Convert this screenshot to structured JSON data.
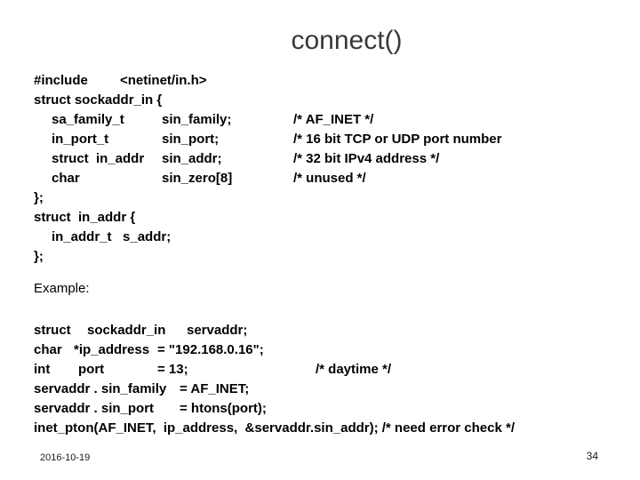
{
  "slide": {
    "title": "connect()",
    "code1": {
      "include_directive": "#include",
      "include_header": "<netinet/in.h>",
      "struct1_open": "struct sockaddr_in {",
      "members": [
        {
          "type": "sa_family_t",
          "name": "sin_family;",
          "comment": "/* AF_INET */"
        },
        {
          "type": "in_port_t",
          "name": "sin_port;",
          "comment": "/* 16 bit TCP or UDP port number"
        },
        {
          "type": "struct  in_addr",
          "name": "sin_addr;",
          "comment": "/* 32 bit IPv4 address */"
        },
        {
          "type": "char",
          "name": "sin_zero[8]",
          "comment": "/* unused */"
        }
      ],
      "struct1_close": "};",
      "struct2_open": "struct  in_addr {",
      "struct2_member": "in_addr_t   s_addr;",
      "struct2_close": "};"
    },
    "example_label": "Example:",
    "code2": {
      "line1": {
        "c1": "struct",
        "c2": "sockaddr_in",
        "c3": "servaddr;"
      },
      "line2": {
        "c1": "char",
        "c2": "*ip_address",
        "c3": "= \"192.168.0.16\";"
      },
      "line3": {
        "c1": "int",
        "c2": "port",
        "c3": "= 13;",
        "comment": "/* daytime */"
      },
      "line4": {
        "c1": "servaddr . sin_family",
        "c2": "= AF_INET;"
      },
      "line5": {
        "c1": "servaddr . sin_port",
        "c2": "= htons(port);"
      },
      "line6": "inet_pton(AF_INET,  ip_address,  &servaddr.sin_addr); /* need error check */"
    },
    "footer": {
      "date": "2016-10-19",
      "page_number": "34"
    }
  },
  "colors": {
    "background": "#ffffff",
    "title_text": "#383838",
    "body_text": "#000000"
  }
}
